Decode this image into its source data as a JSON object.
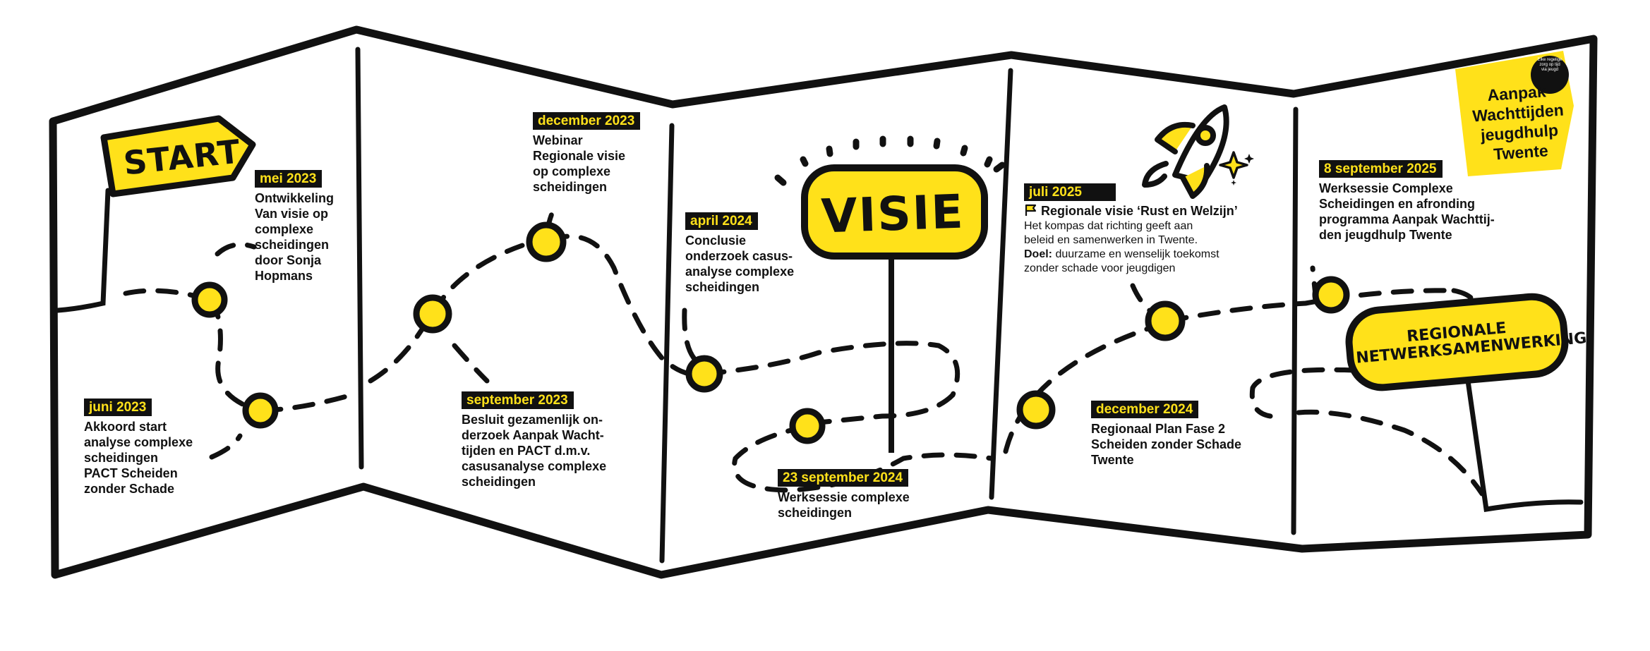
{
  "signs": {
    "start": "START",
    "visie": "VISIE",
    "regionaal": "REGIONALE\nNETWERKSAMENWERKING"
  },
  "badge": {
    "title": "Aanpak\nWachttijden\njeugdhulp\nTwente",
    "circle_text": "Elke regelige\nzorg op tijd\nvia jeugd"
  },
  "events": {
    "mei_2023": {
      "date": "mei 2023",
      "text": "Ontwikkeling\nVan visie op\ncomplexe\nscheidingen\ndoor Sonja\nHopmans"
    },
    "juni_2023": {
      "date": "juni 2023",
      "text": "Akkoord start\nanalyse complexe\nscheidingen\nPACT Scheiden\nzonder Schade"
    },
    "december_2023": {
      "date": "december 2023",
      "text": "Webinar\nRegionale visie\nop complexe\nscheidingen"
    },
    "september_2023": {
      "date": "september 2023",
      "text": "Besluit gezamenlijk on-\nderzoek Aanpak Wacht-\ntijden en PACT d.m.v.\ncasusanalyse complexe\nscheidingen"
    },
    "april_2024": {
      "date": "april 2024",
      "text": "Conclusie\nonderzoek casus-\nanalyse complexe\nscheidingen"
    },
    "sept_23_2024": {
      "date": "23 september 2024",
      "text": "Werksessie complexe\nscheidingen"
    },
    "juli_2025": {
      "date": "juli 2025",
      "heading": "Regionale visie ‘Rust en Welzijn’",
      "body": "Het kompas dat richting geeft aan\nbeleid en samenwerken in Twente.",
      "goal_label": "Doel:",
      "goal_text": " duurzame en wenselijk toekomst\nzonder schade voor jeugdigen"
    },
    "december_2024": {
      "date": "december 2024",
      "text": "Regionaal Plan Fase 2\nScheiden zonder Schade\nTwente"
    },
    "sept_8_2025": {
      "date": "8 september 2025",
      "text": "Werksessie Complexe\nScheidingen en afronding\nprogramma Aanpak Wachttij-\nden jeugdhulp Twente"
    }
  },
  "colors": {
    "yellow": "#ffe11a",
    "ink": "#111111",
    "paper": "#ffffff"
  },
  "icons": [
    "flag-icon",
    "rocket-icon",
    "sparkle-icon"
  ]
}
